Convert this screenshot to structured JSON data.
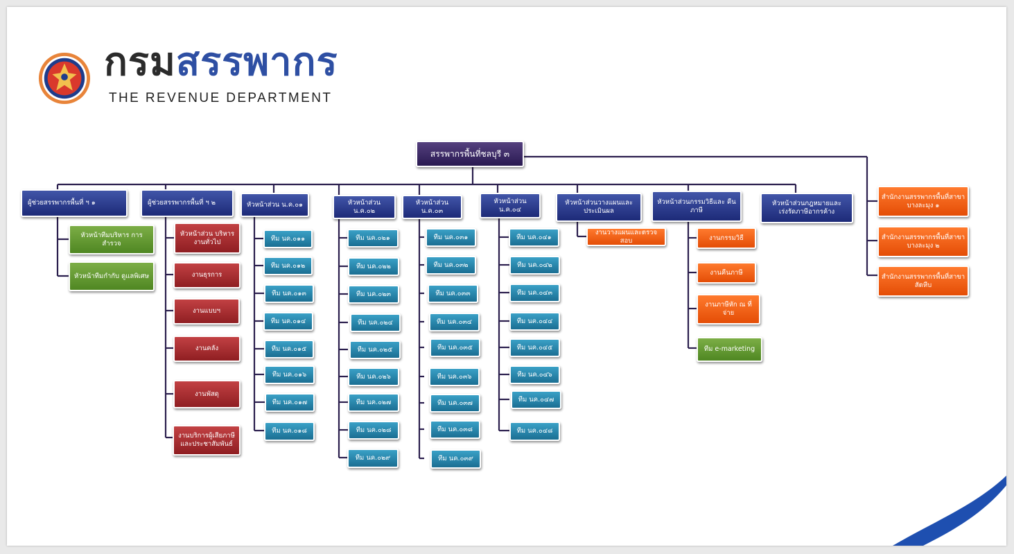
{
  "header": {
    "logo_thai_part1": "กรม",
    "logo_thai_part2": "สรรพากร",
    "logo_english": "THE REVENUE DEPARTMENT"
  },
  "colors": {
    "root": "#3a2a64",
    "navy": "#2a3a8f",
    "green": "#62982f",
    "red": "#a82e31",
    "teal": "#2683ab",
    "orange": "#f5621a",
    "line": "#2a1e4d"
  },
  "org": {
    "root": "สรรพากรพื้นที่ชลบุรี ๓",
    "c1": {
      "title": "ผู้ช่วยสรรพากรพื้นที่ ฯ ๑",
      "items": [
        "หัวหน้าทีมบริหาร การสำรวจ",
        "หัวหน้าทีมกำกับ ดูแลพิเศษ"
      ]
    },
    "c2": {
      "title": "ผู้ช่วยสรรพากรพื้นที่ ฯ ๒",
      "items": [
        "หัวหน้าส่วน บริหารงานทั่วไป",
        "งานธุรการ",
        "งานแบบฯ",
        "งานคลัง",
        "งานพัสดุ",
        "งานบริการผู้เสียภาษี และประชาสัมพันธ์"
      ]
    },
    "c3": {
      "title": "หัวหน้าส่วน น.ค.๐๑",
      "items": [
        "ทีม นค.๐๑๑",
        "ทีม นค.๐๑๒",
        "ทีม นค.๐๑๓",
        "ทีม นค.๐๑๔",
        "ทีม นค.๐๑๕",
        "ทีม นค.๐๑๖",
        "ทีม นค.๐๑๗",
        "ทีม นค.๐๑๘"
      ]
    },
    "c4": {
      "title": "หัวหน้าส่วน น.ค.๐๒",
      "items": [
        "ทีม นค.๐๒๑",
        "ทีม นค.๐๒๒",
        "ทีม นค.๐๒๓",
        "ทีม นค.๐๒๔",
        "ทีม นค.๐๒๕",
        "ทีม นค.๐๒๖",
        "ทีม นค.๐๒๗",
        "ทีม นค.๐๒๘",
        "ทีม นค.๐๒๙"
      ]
    },
    "c5": {
      "title": "หัวหน้าส่วน น.ค.๐๓",
      "items": [
        "ทีม นค.๐๓๑",
        "ทีม นค.๐๓๒",
        "ทีม นค.๐๓๓",
        "ทีม นค.๐๓๔",
        "ทีม นค.๐๓๕",
        "ทีม นค.๐๓๖",
        "ทีม นค.๐๓๗",
        "ทีม นค.๐๓๘",
        "ทีม นค.๐๓๙"
      ]
    },
    "c6": {
      "title": "หัวหน้าส่วน น.ค.๐๔",
      "items": [
        "ทีม นค.๐๔๑",
        "ทีม นค.๐๔๒",
        "ทีม นค.๐๔๓",
        "ทีม นค.๐๔๔",
        "ทีม นค.๐๔๕",
        "ทีม นค.๐๔๖",
        "ทีม นค.๐๔๗",
        "ทีม นค.๐๔๘"
      ]
    },
    "c7": {
      "title": "หัวหน้าส่วนวางแผนและ ประเมินผล",
      "items": [
        "งานวางแผนและตรวจสอบ"
      ]
    },
    "c8": {
      "title": "หัวหน้าส่วนกรรมวิธีและ คืนภาษี",
      "items": [
        "งานกรรมวิธี",
        "งานคืนภาษี",
        "งานภาษีหัก ณ ที่จ่าย",
        "ทีม e-marketing"
      ]
    },
    "c9": {
      "title": "หัวหน้าส่วนกฎหมายและ เร่งรัดภาษีอากรค้าง"
    },
    "branches": [
      "สำนักงานสรรพากรพื้นที่สาขา บางละมุง ๑",
      "สำนักงานสรรพากรพื้นที่สาขา บางละมุง ๒",
      "สำนักงานสรรพากรพื้นที่สาขา สัตหีบ"
    ]
  }
}
